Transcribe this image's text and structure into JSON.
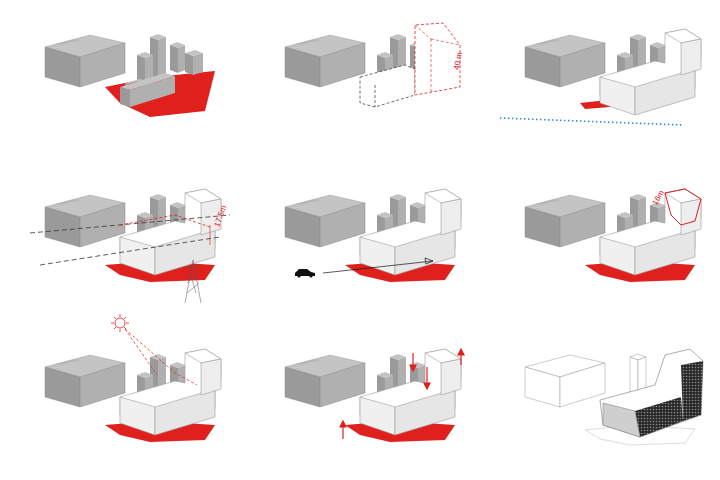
{
  "diagram": {
    "labels": [
      "40 m",
      "17.5m",
      "16m"
    ]
  }
}
